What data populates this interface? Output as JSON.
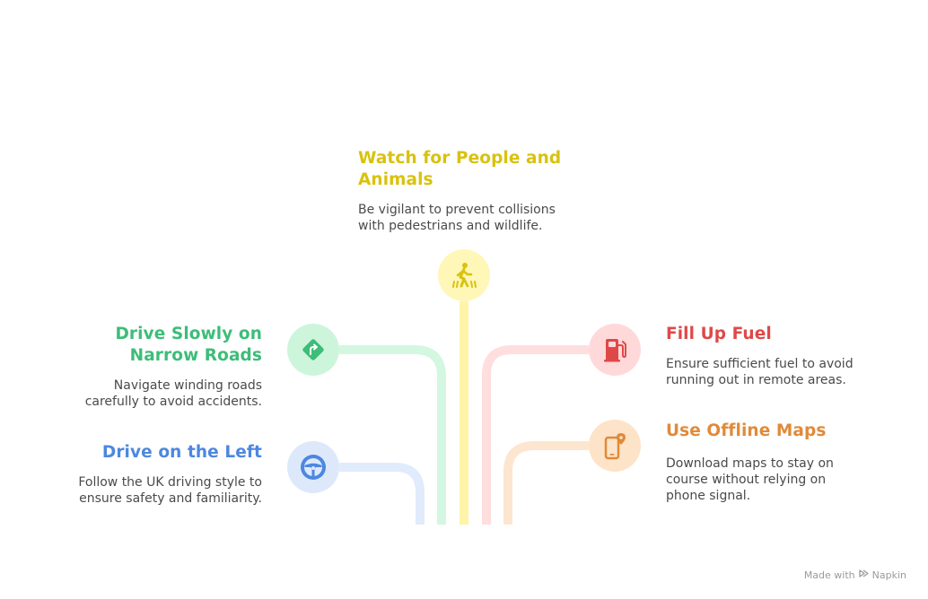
{
  "items": [
    {
      "id": "watch",
      "title": "Watch for People and Animals",
      "description": "Be vigilant to prevent collisions with pedestrians and wildlife.",
      "icon": "pedestrian-crossing-icon",
      "color": "#d9c20d",
      "bg": "#fff7b8",
      "line": "#fff4a8"
    },
    {
      "id": "narrow",
      "title": "Drive Slowly on Narrow Roads",
      "description": "Navigate winding roads carefully to avoid accidents.",
      "icon": "road-sign-icon",
      "color": "#3dbd78",
      "bg": "#cdf5dc",
      "line": "#d3f7e0"
    },
    {
      "id": "left",
      "title": "Drive on the Left",
      "description": "Follow the UK driving style to ensure safety and familiarity.",
      "icon": "steering-wheel-icon",
      "color": "#4d87e0",
      "bg": "#dde9fb",
      "line": "#e0ebfc"
    },
    {
      "id": "fuel",
      "title": "Fill Up Fuel",
      "description": "Ensure sufficient fuel to avoid running out in remote areas.",
      "icon": "fuel-pump-icon",
      "color": "#e04848",
      "bg": "#ffd9d9",
      "line": "#ffdede"
    },
    {
      "id": "maps",
      "title": "Use Offline Maps",
      "description": "Download maps to stay on course without relying on phone signal.",
      "icon": "phone-map-pin-icon",
      "color": "#e08a3a",
      "bg": "#fde3c8",
      "line": "#fde6cf"
    }
  ],
  "footer": {
    "made_with": "Made with",
    "brand": "Napkin",
    "brand_icon": "napkin-logo-icon"
  }
}
